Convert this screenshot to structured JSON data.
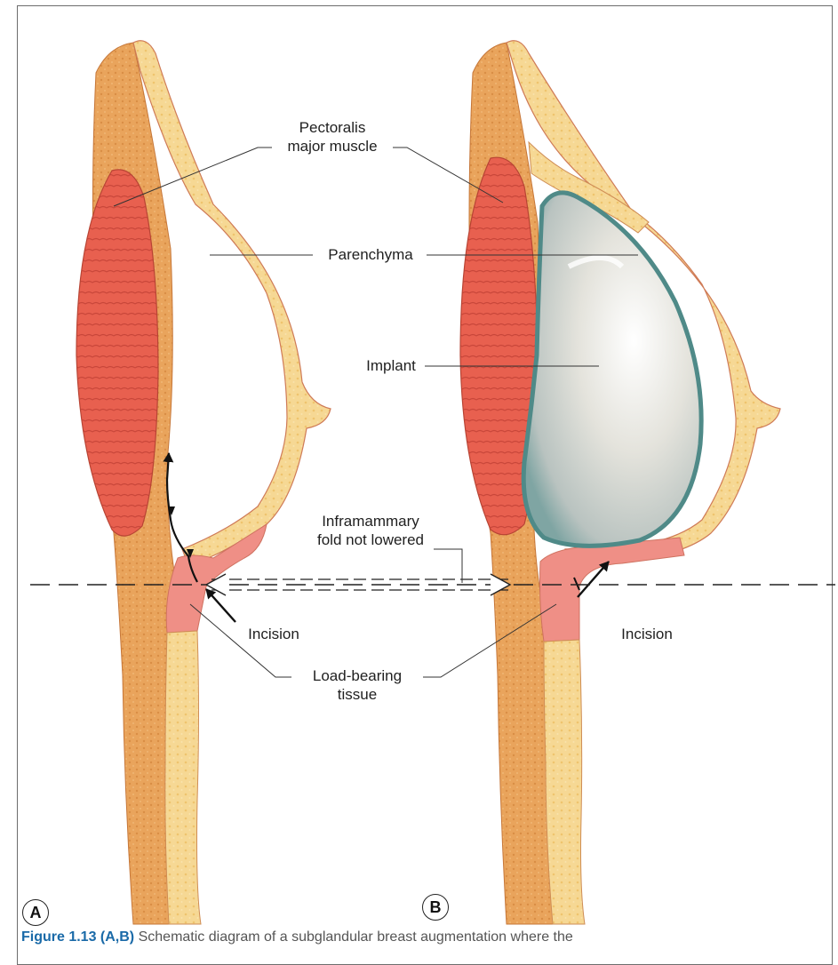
{
  "labels": {
    "pectoralis": "Pectoralis\nmajor muscle",
    "parenchyma": "Parenchyma",
    "implant": "Implant",
    "inframammary": "Inframammary\nfold not lowered",
    "incision_a": "Incision",
    "incision_b": "Incision",
    "load_bearing": "Load-bearing\ntissue"
  },
  "panels": {
    "a": "A",
    "b": "B"
  },
  "caption": {
    "label": "Figure 1.13 (A,B)",
    "text": "Schematic diagram of a subglandular breast augmentation where the"
  },
  "colors": {
    "fat": "#f6d894",
    "fascia": "#e7a35a",
    "muscle": "#e8604f",
    "load_bearing": "#ef8f86",
    "implant_rim": "#5a9290",
    "implant_fill": "#dcdcd5",
    "caption_label": "#1a6aa8"
  }
}
